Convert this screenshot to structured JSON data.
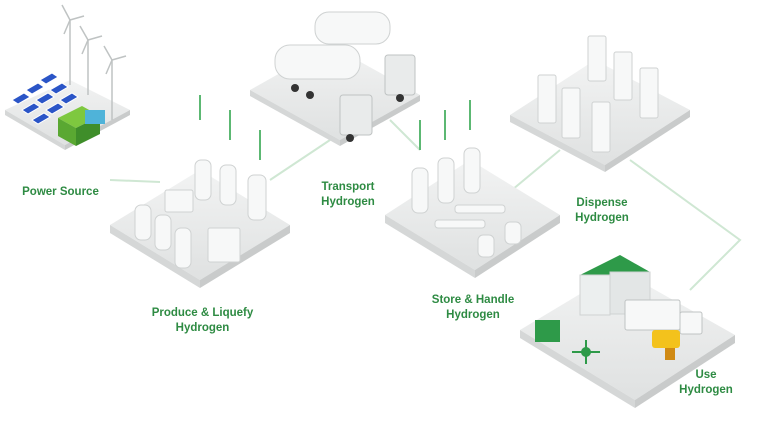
{
  "diagram": {
    "accent_color": "#2e8b43",
    "stages": [
      {
        "id": "power",
        "lines": [
          "Power Source"
        ]
      },
      {
        "id": "produce",
        "lines": [
          "Produce  &  Liquefy",
          "Hydrogen"
        ]
      },
      {
        "id": "transport",
        "lines": [
          "Transport",
          "Hydrogen"
        ]
      },
      {
        "id": "store",
        "lines": [
          "Store & Handle",
          "Hydrogen"
        ]
      },
      {
        "id": "dispense",
        "lines": [
          "Dispense",
          "Hydrogen"
        ]
      },
      {
        "id": "use",
        "lines": [
          "Use",
          "Hydrogen"
        ]
      }
    ],
    "icons": [
      "solar-panel-icon",
      "wind-turbine-icon",
      "liquefier-tank-icon",
      "tanker-truck-icon",
      "storage-tank-icon",
      "dispenser-icon",
      "forklift-icon",
      "drone-icon",
      "delivery-truck-icon"
    ]
  }
}
